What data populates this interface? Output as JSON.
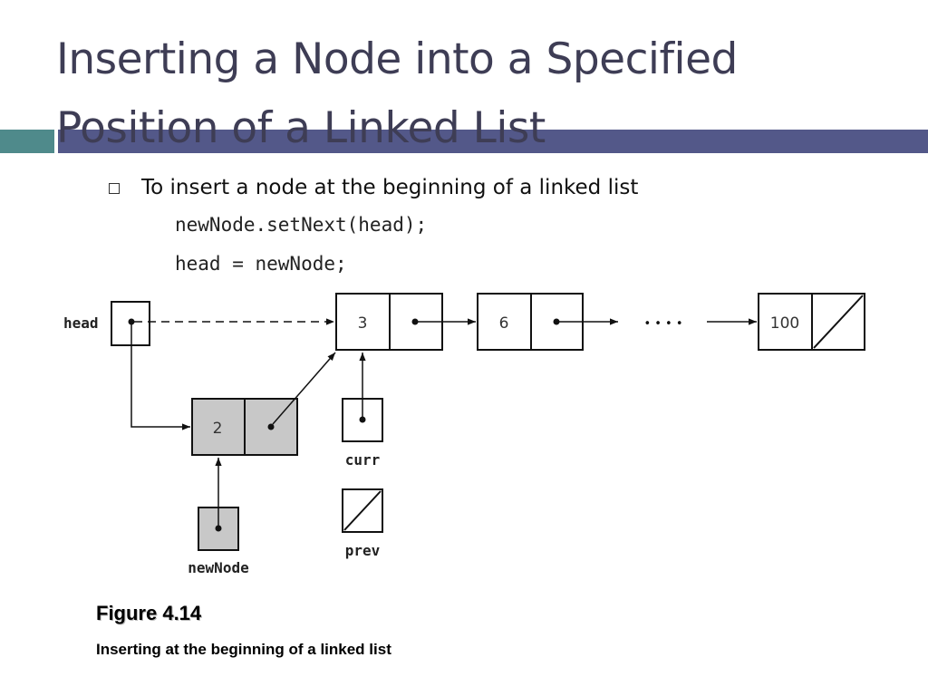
{
  "slide": {
    "title_line1": "Inserting a Node into a Specified",
    "title_line2": "Position of a Linked List",
    "bullet": "To insert a node at the beginning of a linked list",
    "code_line1": "newNode.setNext(head);",
    "code_line2": "head = newNode;"
  },
  "diagram": {
    "labels": {
      "head": "head",
      "curr": "curr",
      "prev": "prev",
      "newNode": "newNode",
      "ellipsis": "• • • •"
    },
    "nodes": {
      "new_node_value": "2",
      "node1_value": "3",
      "node2_value": "6",
      "last_node_value": "100"
    }
  },
  "figure": {
    "title": "Figure 4.14",
    "caption": "Inserting at the beginning of a linked list"
  },
  "colors": {
    "title_text": "#3e3d55",
    "bar_teal": "#4f8a8b",
    "bar_purple": "#535889",
    "new_node_fill": "#c8c8c8"
  }
}
